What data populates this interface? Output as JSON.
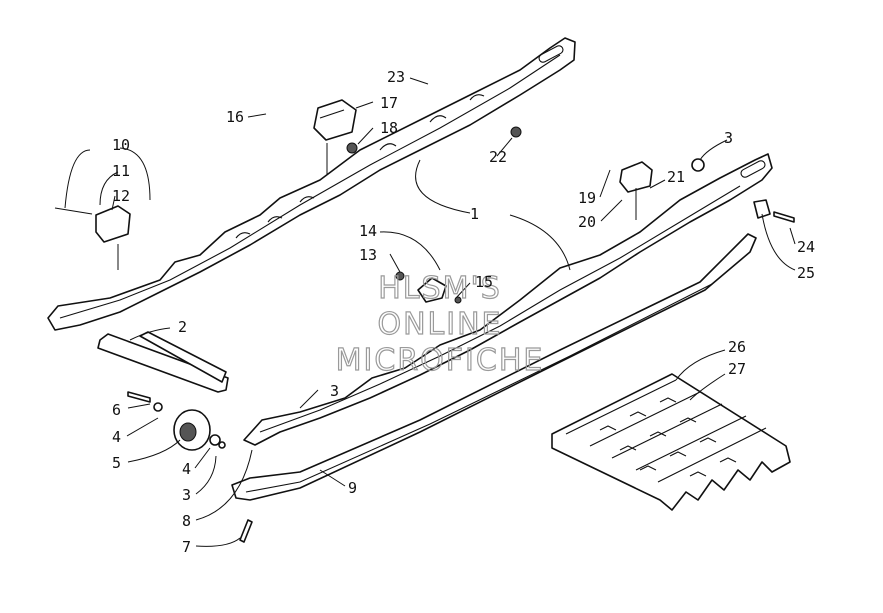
{
  "callouts": [
    "1",
    "2",
    "3",
    "3",
    "3",
    "4",
    "4",
    "5",
    "6",
    "7",
    "8",
    "9",
    "10",
    "11",
    "12",
    "13",
    "14",
    "15",
    "16",
    "17",
    "18",
    "19",
    "20",
    "21",
    "22",
    "23",
    "24",
    "25",
    "26",
    "27"
  ],
  "watermark": [
    "HLSM'S",
    "ONLINE",
    "MICROFICHE"
  ]
}
